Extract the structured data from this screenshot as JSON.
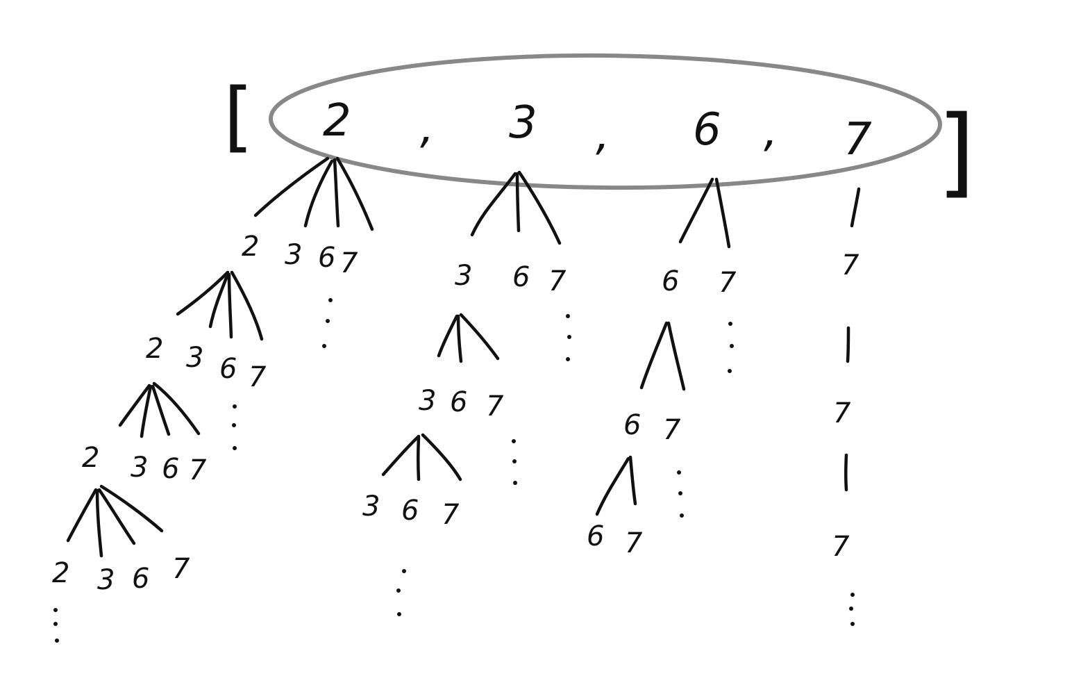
{
  "top_array": {
    "left_bracket": "[",
    "right_bracket": "]",
    "elements": [
      "2",
      "3",
      "6",
      "7"
    ],
    "separators": [
      ",",
      ",",
      ","
    ]
  },
  "trees": [
    {
      "root": "2",
      "levels": [
        [
          "2",
          "3",
          "6",
          "7"
        ],
        [
          "2",
          "3",
          "6",
          "7"
        ],
        [
          "2",
          "3",
          "6",
          "7"
        ],
        [
          "2",
          "3",
          "6",
          "7"
        ]
      ]
    },
    {
      "root": "3",
      "levels": [
        [
          "3",
          "6",
          "7"
        ],
        [
          "3",
          "6",
          "7"
        ],
        [
          "3",
          "6",
          "7"
        ]
      ]
    },
    {
      "root": "6",
      "levels": [
        [
          "6",
          "7"
        ],
        [
          "6",
          "7"
        ],
        [
          "6",
          "7"
        ]
      ]
    },
    {
      "root": "7",
      "levels": [
        [
          "7"
        ],
        [
          "7"
        ],
        [
          "7"
        ]
      ]
    }
  ],
  "colors": {
    "ink": "#111111",
    "highlight": "#888888"
  }
}
